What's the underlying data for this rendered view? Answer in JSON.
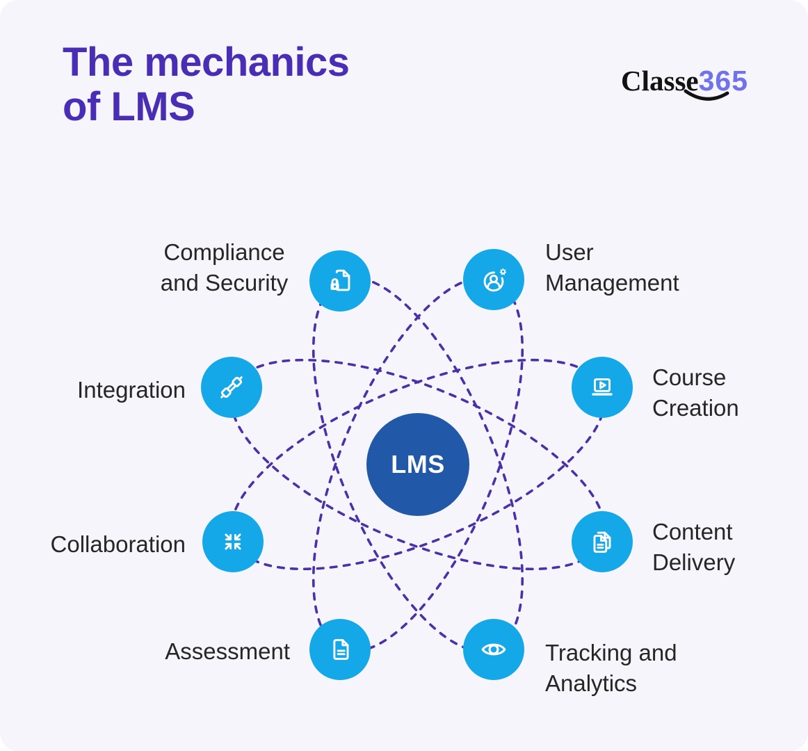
{
  "colors": {
    "card_background": "#f6f5fb",
    "title_purple": "#4a2db5",
    "orbit_purple": "#4a31a8",
    "node_cyan": "#14a8e9",
    "center_blue": "#2158a7",
    "label_dark": "#262626",
    "logo_black": "#121212",
    "logo_accent": "#6f72e9"
  },
  "title": {
    "line1": "The mechanics",
    "line2": "of LMS"
  },
  "logo": {
    "word": "Classe",
    "number": "365",
    "smile": "smile-arc"
  },
  "center": {
    "label": "LMS"
  },
  "orbits": {
    "count": 4,
    "style": "dashed-ellipses",
    "rotations_deg": [
      22.5,
      -22.5,
      67.5,
      -67.5
    ]
  },
  "nodes": [
    {
      "id": "compliance-security",
      "label": "Compliance and Security",
      "label_lines": [
        "Compliance",
        "and Security"
      ],
      "icon": "document-lock-icon"
    },
    {
      "id": "user-management",
      "label": "User Management",
      "label_lines": [
        "User",
        "Management"
      ],
      "icon": "user-gear-icon"
    },
    {
      "id": "integration",
      "label": "Integration",
      "label_lines": [
        "Integration"
      ],
      "icon": "plugs-icon"
    },
    {
      "id": "course-creation",
      "label": "Course Creation",
      "label_lines": [
        "Course",
        "Creation"
      ],
      "icon": "laptop-play-icon"
    },
    {
      "id": "collaboration",
      "label": "Collaboration",
      "label_lines": [
        "Collaboration"
      ],
      "icon": "converge-arrows-icon"
    },
    {
      "id": "content-delivery",
      "label": "Content Delivery",
      "label_lines": [
        "Content",
        "Delivery"
      ],
      "icon": "documents-copy-icon"
    },
    {
      "id": "assessment",
      "label": "Assessment",
      "label_lines": [
        "Assessment"
      ],
      "icon": "document-lines-icon"
    },
    {
      "id": "tracking-analytics",
      "label": "Tracking and Analytics",
      "label_lines": [
        "Tracking and",
        "Analytics"
      ],
      "icon": "eye-icon"
    }
  ]
}
